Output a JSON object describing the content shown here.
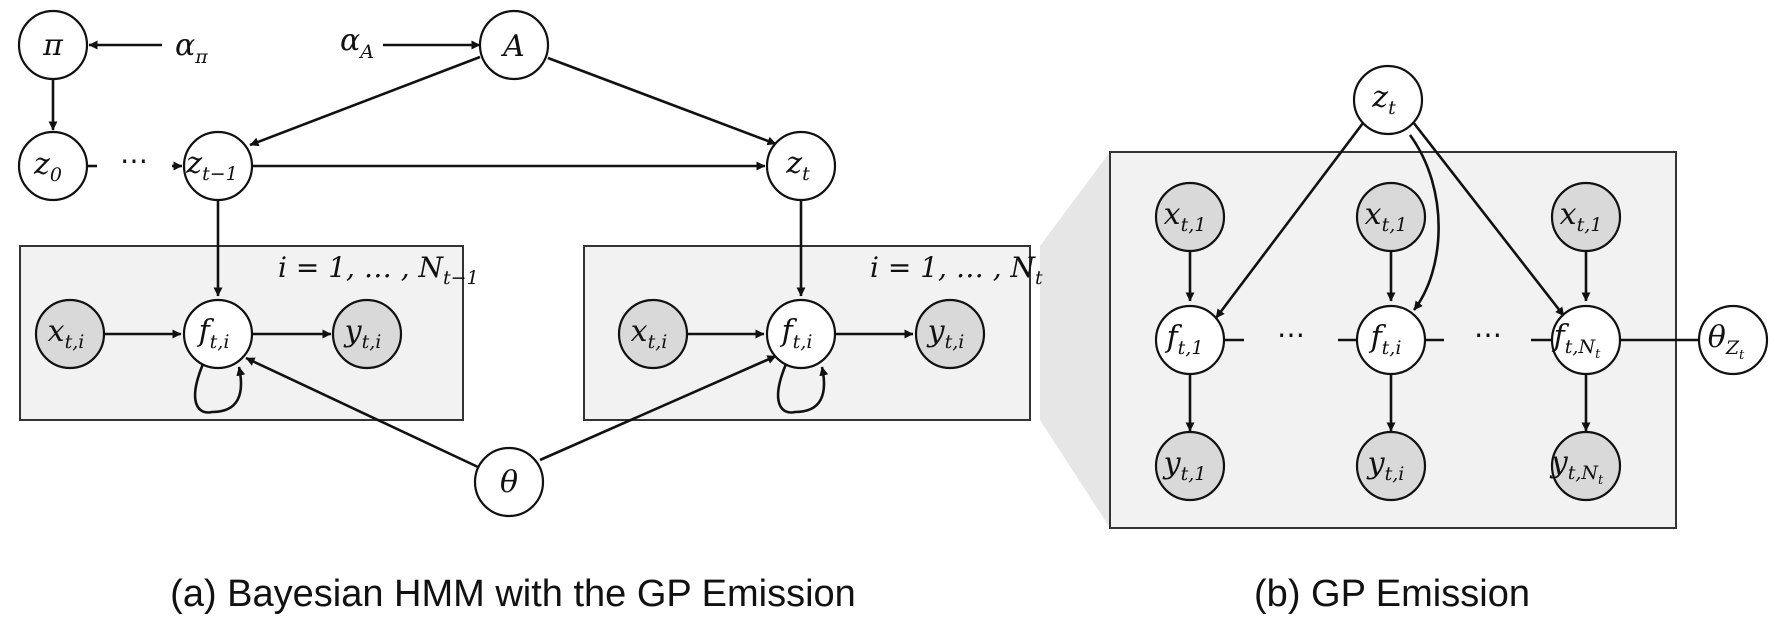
{
  "panel_a": {
    "caption": "(a) Bayesian HMM with the GP Emission",
    "nodes": {
      "pi": {
        "base": "π",
        "sub": ""
      },
      "alpha_pi": {
        "base": "α",
        "sub": "π"
      },
      "alpha_A": {
        "base": "α",
        "sub": "A"
      },
      "A": {
        "base": "A",
        "sub": ""
      },
      "z0": {
        "base": "z",
        "sub": "0"
      },
      "ellipsis": {
        "base": "⋯",
        "sub": ""
      },
      "z_prev": {
        "base": "z",
        "sub": "t−1"
      },
      "z_t": {
        "base": "z",
        "sub": "t"
      },
      "x_left": {
        "base": "x",
        "sub": "t,i"
      },
      "f_left": {
        "base": "f",
        "sub": "t,i"
      },
      "y_left": {
        "base": "y",
        "sub": "t,i"
      },
      "x_right": {
        "base": "x",
        "sub": "t,i"
      },
      "f_right": {
        "base": "f",
        "sub": "t,i"
      },
      "y_right": {
        "base": "y",
        "sub": "t,i"
      },
      "theta": {
        "base": "θ",
        "sub": ""
      }
    },
    "plate_left_label": {
      "text": "i = 1, … , N",
      "sub": "t−1"
    },
    "plate_right_label": {
      "text": "i = 1, … , N",
      "sub": "t"
    }
  },
  "panel_b": {
    "caption": "(b) GP Emission",
    "nodes": {
      "z_t": {
        "base": "z",
        "sub": "t"
      },
      "x1": {
        "base": "x",
        "sub": "t,1"
      },
      "x2": {
        "base": "x",
        "sub": "t,1"
      },
      "x3": {
        "base": "x",
        "sub": "t,1"
      },
      "f1": {
        "base": "f",
        "sub": "t,1"
      },
      "f2": {
        "base": "f",
        "sub": "t,i"
      },
      "f3": {
        "base": "f",
        "sub": "t,N"
      },
      "f3_subsub": "t",
      "y1": {
        "base": "y",
        "sub": "t,1"
      },
      "y2": {
        "base": "y",
        "sub": "t,i"
      },
      "y3": {
        "base": "y",
        "sub": "t,N"
      },
      "y3_subsub": "t",
      "theta": {
        "base": "θ",
        "sub": "Z"
      },
      "theta_subsub": "t",
      "ellipsis_1": "⋯",
      "ellipsis_2": "⋯"
    }
  },
  "colors": {
    "observed_fill": "#d9d9d9",
    "latent_fill": "#ffffff",
    "plate_fill": "#f2f2f2",
    "plate_stroke": "#333333",
    "zoom_wedge": "#e6e6e6"
  }
}
